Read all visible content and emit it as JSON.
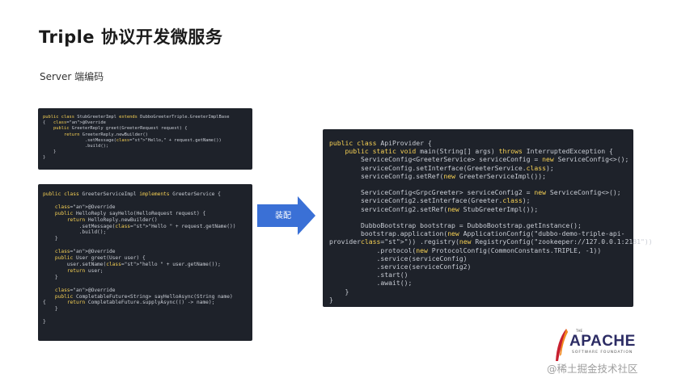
{
  "slide": {
    "title": "Triple 协议开发微服务",
    "subtitle": "Server 端编码",
    "arrow_label": "装配",
    "logo_the": "THE",
    "logo_main": "APACHE",
    "logo_sub": "SOFTWARE FOUNDATION",
    "watermark": "@稀土掘金技术社区"
  },
  "code_blocks": {
    "stub_greeter": [
      "public class StubGreeterImpl extends DubboGreeterTriple.GreeterImplBase",
      "{   @Override",
      "    public GreeterReply greet(GreeterRequest request) {",
      "        return GreeterReply.newBuilder()",
      "                .setMessage(\"Hello,\" + request.getName())",
      "                .build();",
      "    }",
      "}"
    ],
    "greeter_service": [
      "public class GreeterServiceImpl implements GreeterService {",
      "",
      "    @Override",
      "    public HelloReply sayHello(HelloRequest request) {",
      "        return HelloReply.newBuilder()",
      "            .setMessage(\"Hello \" + request.getName())",
      "            .build();",
      "    }",
      "",
      "    @Override",
      "    public User greet(User user) {",
      "        user.setName(\"hello \" + user.getName());",
      "        return user;",
      "    }",
      "",
      "    @Override",
      "    public CompletableFuture<String> sayHelloAsync(String name)",
      "{       return CompletableFuture.supplyAsync(() -> name);",
      "    }",
      "",
      "}"
    ],
    "api_provider": [
      "public class ApiProvider {",
      "    public static void main(String[] args) throws InterruptedException {",
      "        ServiceConfig<GreeterService> serviceConfig = new ServiceConfig<>();",
      "        serviceConfig.setInterface(GreeterService.class);",
      "        serviceConfig.setRef(new GreeterServiceImpl());",
      "",
      "        ServiceConfig<GrpcGreeter> serviceConfig2 = new ServiceConfig<>();",
      "        serviceConfig2.setInterface(Greeter.class);",
      "        serviceConfig2.setRef(new StubGreeterImpl());",
      "",
      "        DubboBootstrap bootstrap = DubboBootstrap.getInstance();",
      "        bootstrap.application(new ApplicationConfig(\"dubbo-demo-triple-api-",
      "provider\")) .registry(new RegistryConfig(\"zookeeper://127.0.0.1:2181\"))",
      "            .protocol(new ProtocolConfig(CommonConstants.TRIPLE, -1))",
      "            .service(serviceConfig)",
      "            .service(serviceConfig2)",
      "            .start()",
      "            .await();",
      "    }",
      "}"
    ]
  },
  "colors": {
    "code_background": "#1e222a",
    "arrow": "#3a70d6",
    "keyword": "#f7d154"
  }
}
